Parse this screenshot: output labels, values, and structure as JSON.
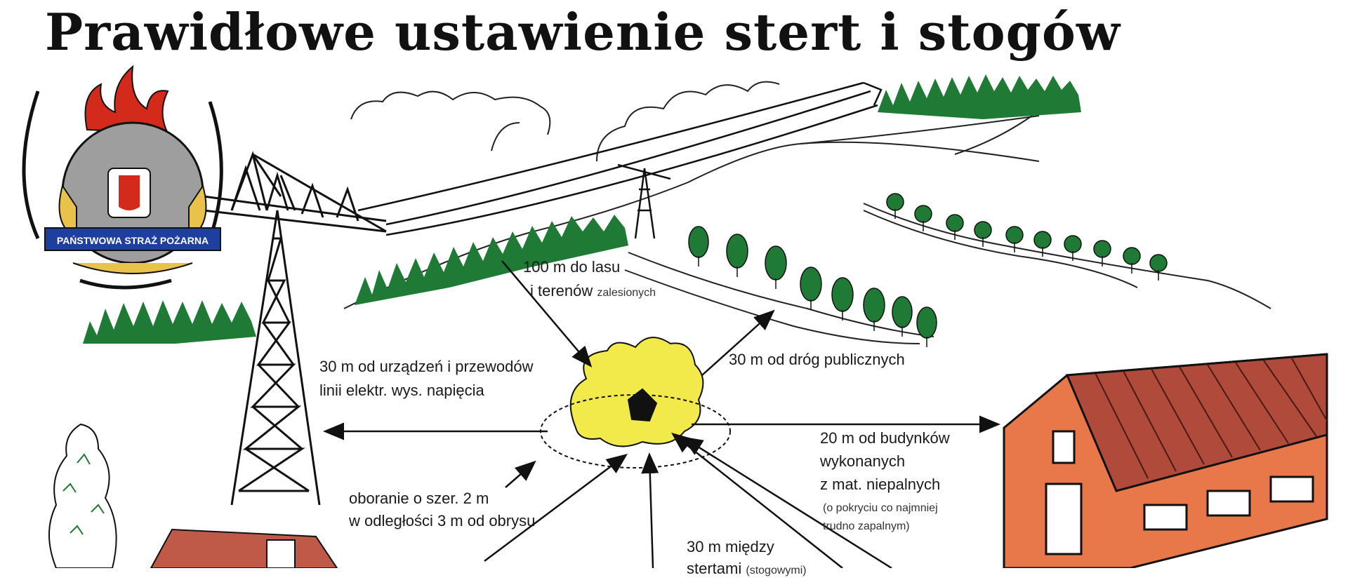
{
  "title": "Prawidłowe ustawienie stert i stogów",
  "logo": {
    "text": "PAŃSTWOWA STRAŻ POŻARNA",
    "icon": "psp-emblem-icon"
  },
  "labels": {
    "forest": [
      "100 m do lasu",
      "i terenów",
      "zalesionych"
    ],
    "power_lines": [
      "30 m od urządzeń i przewodów",
      "linii elektr. wys. napięcia"
    ],
    "roads": "30 m od dróg publicznych",
    "buildings": [
      "20 m od budynków",
      "wykonanych",
      "z mat. niepalnych"
    ],
    "buildings_note": [
      "(o pokryciu co najmniej",
      "trudno zapalnym)"
    ],
    "plowing": [
      "oboranie o szer. 2 m",
      "w odległości 3 m od obrysu"
    ],
    "between_stacks": [
      "30 m między",
      "stertami",
      "(stogowymi)"
    ]
  },
  "colors": {
    "forest": "#1f7a35",
    "fire_yellow": "#f2ea4a",
    "building": "#e8784a",
    "roof": "#b04a3a",
    "line": "#111111"
  }
}
